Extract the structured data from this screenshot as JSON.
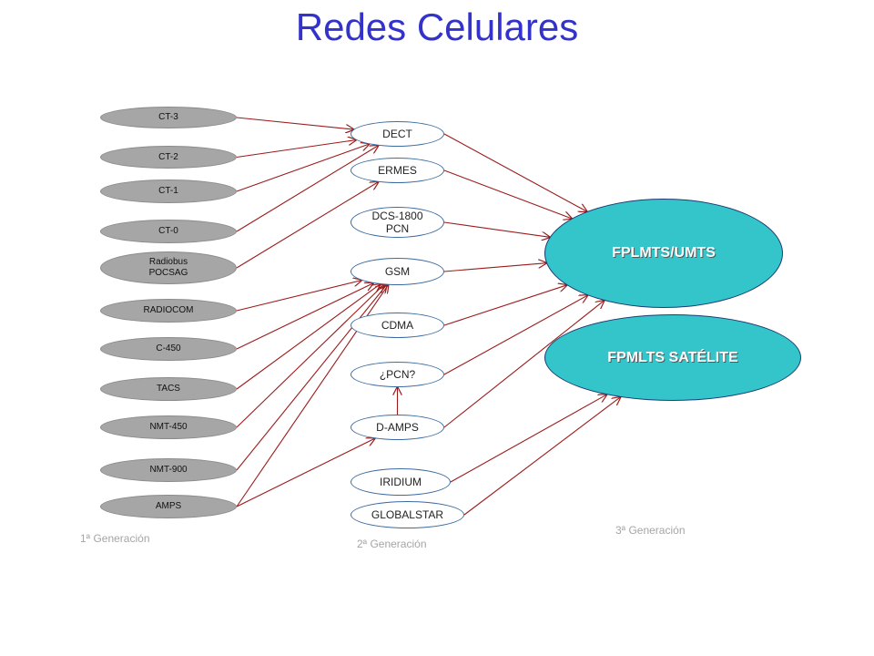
{
  "title": "Redes Celulares",
  "colors": {
    "title": "#3333cc",
    "edge": "#9b1b1b",
    "gen1_fill": "#a6a6a6",
    "gen3_fill": "#33c5c9"
  },
  "generation_labels": {
    "first": "1ª Generación",
    "second": "2ª Generación",
    "third": "3ª Generación"
  },
  "gen1": {
    "ct3": "CT-3",
    "ct2": "CT-2",
    "ct1": "CT-1",
    "ct0": "CT-0",
    "radiobus_1": "Radiobus",
    "radiobus_2": "POCSAG",
    "radiocom": "RADIOCOM",
    "c450": "C-450",
    "tacs": "TACS",
    "nmt450": "NMT-450",
    "nmt900": "NMT-900",
    "amps": "AMPS"
  },
  "gen2": {
    "dect": "DECT",
    "ermes": "ERMES",
    "dcs_1": "DCS-1800",
    "dcs_2": "PCN",
    "gsm": "GSM",
    "cdma": "CDMA",
    "pcn": "¿PCN?",
    "damps": "D-AMPS",
    "iridium": "IRIDIUM",
    "globalstar": "GLOBALSTAR"
  },
  "gen3": {
    "umts": "FPLMTS/UMTS",
    "satelite": "FPMLTS SATÉLITE"
  },
  "edges": [
    [
      "ct3",
      "dect"
    ],
    [
      "ct2",
      "dect"
    ],
    [
      "ct1",
      "dect"
    ],
    [
      "ct0",
      "dect"
    ],
    [
      "radiobus",
      "ermes"
    ],
    [
      "radiocom",
      "gsm"
    ],
    [
      "c450",
      "gsm"
    ],
    [
      "tacs",
      "gsm"
    ],
    [
      "nmt450",
      "gsm"
    ],
    [
      "nmt900",
      "gsm"
    ],
    [
      "amps",
      "gsm"
    ],
    [
      "amps",
      "damps"
    ],
    [
      "damps",
      "pcn"
    ],
    [
      "dect",
      "umts"
    ],
    [
      "ermes",
      "umts"
    ],
    [
      "dcs",
      "umts"
    ],
    [
      "gsm",
      "umts"
    ],
    [
      "cdma",
      "umts"
    ],
    [
      "pcn",
      "umts"
    ],
    [
      "damps",
      "umts"
    ],
    [
      "iridium",
      "satelite"
    ],
    [
      "globalstar",
      "satelite"
    ]
  ]
}
